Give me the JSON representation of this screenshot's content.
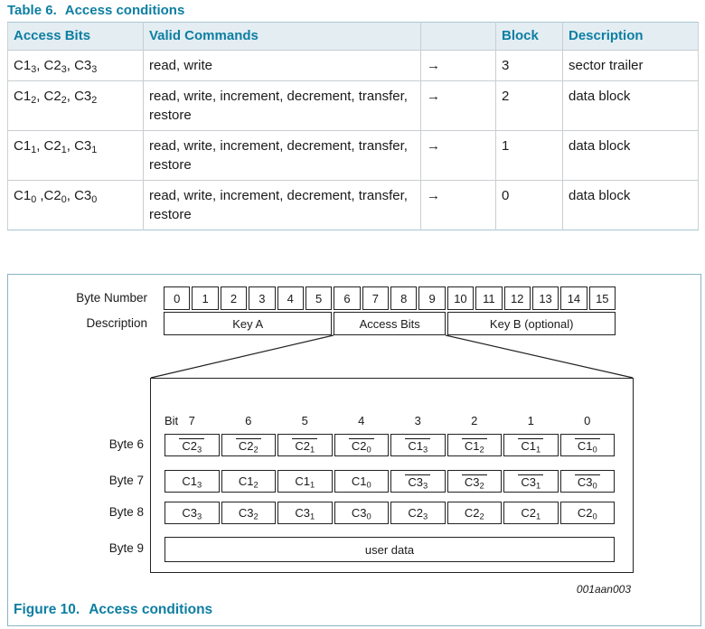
{
  "colors": {
    "accent_teal": "#0e7ea2",
    "table_rule": "#a9c6d4",
    "table_grid": "#c9ced2",
    "header_bg": "#e3edf2",
    "figure_border": "#8ab5c6",
    "diagram_line": "#222222"
  },
  "table": {
    "label": "Table 6.",
    "title": "Access conditions",
    "headers": [
      "Access Bits",
      "Valid Commands",
      "",
      "Block",
      "Description"
    ],
    "rows": [
      {
        "access_bits": "C1_3, C2_3, C3_3",
        "commands": "read, write",
        "arrow": "→",
        "block": "3",
        "description": "sector trailer"
      },
      {
        "access_bits": "C1_2, C2_2, C3_2",
        "commands": "read, write, increment, decrement, transfer, restore",
        "arrow": "→",
        "block": "2",
        "description": "data block"
      },
      {
        "access_bits": "C1_1, C2_1, C3_1",
        "commands": "read, write, increment, decrement, transfer, restore",
        "arrow": "→",
        "block": "1",
        "description": "data block"
      },
      {
        "access_bits": "C1_0 ,C2_0, C3_0",
        "commands": "read, write, increment, decrement, transfer, restore",
        "arrow": "→",
        "block": "0",
        "description": "data block"
      }
    ]
  },
  "figure": {
    "byte_number_label": "Byte Number",
    "description_label": "Description",
    "byte_numbers": [
      "0",
      "1",
      "2",
      "3",
      "4",
      "5",
      "6",
      "7",
      "8",
      "9",
      "10",
      "11",
      "12",
      "13",
      "14",
      "15"
    ],
    "sections": [
      {
        "label": "Key A",
        "span": 6
      },
      {
        "label": "Access Bits",
        "span": 4
      },
      {
        "label": "Key B (optional)",
        "span": 6
      }
    ],
    "bit_label": "Bit",
    "bit_numbers": [
      "7",
      "6",
      "5",
      "4",
      "3",
      "2",
      "1",
      "0"
    ],
    "byte_rows": [
      {
        "label": "Byte 6",
        "cells": [
          {
            "t": "C2_3",
            "over": true
          },
          {
            "t": "C2_2",
            "over": true
          },
          {
            "t": "C2_1",
            "over": true
          },
          {
            "t": "C2_0",
            "over": true
          },
          {
            "t": "C1_3",
            "over": true
          },
          {
            "t": "C1_2",
            "over": true
          },
          {
            "t": "C1_1",
            "over": true
          },
          {
            "t": "C1_0",
            "over": true
          }
        ]
      },
      {
        "label": "Byte 7",
        "cells": [
          {
            "t": "C1_3",
            "over": false
          },
          {
            "t": "C1_2",
            "over": false
          },
          {
            "t": "C1_1",
            "over": false
          },
          {
            "t": "C1_0",
            "over": false
          },
          {
            "t": "C3_3",
            "over": true
          },
          {
            "t": "C3_2",
            "over": true
          },
          {
            "t": "C3_1",
            "over": true
          },
          {
            "t": "C3_0",
            "over": true
          }
        ]
      },
      {
        "label": "Byte 8",
        "cells": [
          {
            "t": "C3_3",
            "over": false
          },
          {
            "t": "C3_2",
            "over": false
          },
          {
            "t": "C3_1",
            "over": false
          },
          {
            "t": "C3_0",
            "over": false
          },
          {
            "t": "C2_3",
            "over": false
          },
          {
            "t": "C2_2",
            "over": false
          },
          {
            "t": "C2_1",
            "over": false
          },
          {
            "t": "C2_0",
            "over": false
          }
        ]
      },
      {
        "label": "Byte 9",
        "wide": "user data"
      }
    ],
    "artwork_id": "001aan003",
    "caption_label": "Figure 10.",
    "caption_title": "Access conditions"
  }
}
